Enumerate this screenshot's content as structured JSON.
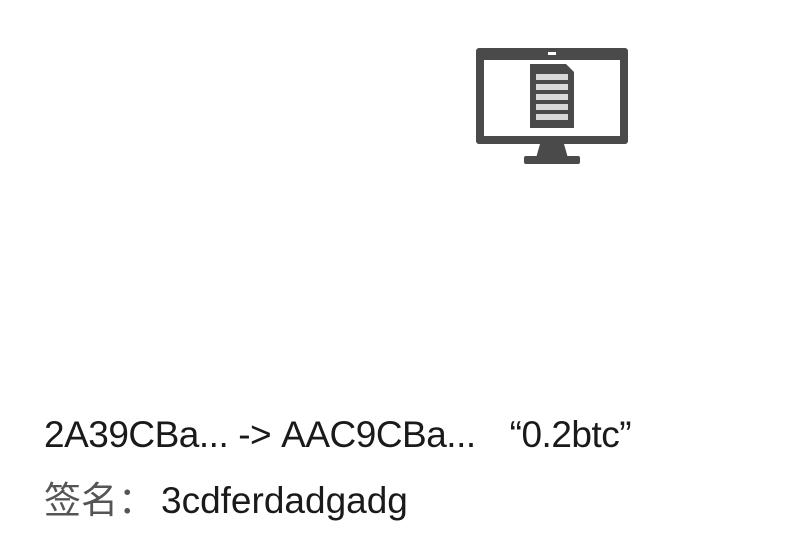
{
  "icon": {
    "name": "computer-monitor-document-icon",
    "color": "#4a4a4a"
  },
  "transaction": {
    "from": "2A39CBa...",
    "arrow": "->",
    "to": "AAC9CBa...",
    "amount": "“0.2btc”"
  },
  "signature": {
    "label": "签名：",
    "value": "3cdferdadgadg"
  }
}
